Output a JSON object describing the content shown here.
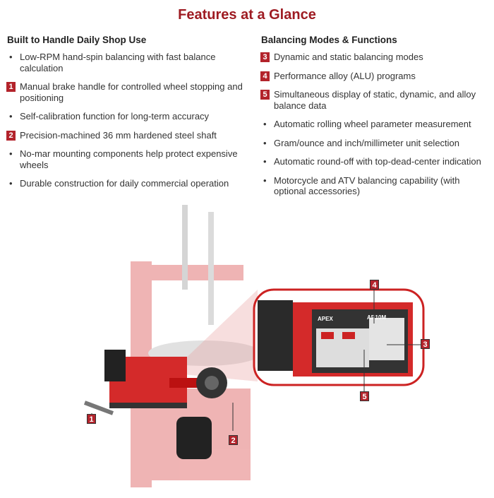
{
  "title": "Features at a Glance",
  "left": {
    "heading": "Built to Handle Daily Shop Use",
    "items": [
      {
        "marker": "•",
        "text": "Low-RPM hand-spin balancing with fast balance calculation"
      },
      {
        "marker": "1",
        "text": "Manual brake handle for controlled wheel stopping and positioning"
      },
      {
        "marker": "•",
        "text": "Self-calibration function for long-term accuracy"
      },
      {
        "marker": "2",
        "text": "Precision-machined 36 mm hardened steel shaft"
      },
      {
        "marker": "•",
        "text": "No-mar mounting components help protect expensive wheels"
      },
      {
        "marker": "•",
        "text": "Durable construction for daily commercial operation"
      }
    ]
  },
  "right": {
    "heading": "Balancing Modes & Functions",
    "items": [
      {
        "marker": "3",
        "text": "Dynamic and static balancing modes"
      },
      {
        "marker": "4",
        "text": "Performance alloy (ALU) programs"
      },
      {
        "marker": "5",
        "text": "Simultaneous display of static, dynamic, and alloy balance data"
      },
      {
        "marker": "•",
        "text": "Automatic rolling wheel parameter measurement"
      },
      {
        "marker": "•",
        "text": "Gram/ounce and inch/millimeter unit selection"
      },
      {
        "marker": "•",
        "text": "Automatic round-off with top-dead-center indication"
      },
      {
        "marker": "•",
        "text": "Motorcycle and ATV balancing capability (with optional accessories)"
      }
    ]
  },
  "callouts": {
    "c1": "1",
    "c2": "2",
    "c3": "3",
    "c4": "4",
    "c5": "5"
  },
  "panel": {
    "brand": "APEX",
    "model": "AB10M"
  },
  "colors": {
    "accent": "#9e1b22",
    "badge": "#b3232b",
    "machine": "#d42a2a"
  }
}
